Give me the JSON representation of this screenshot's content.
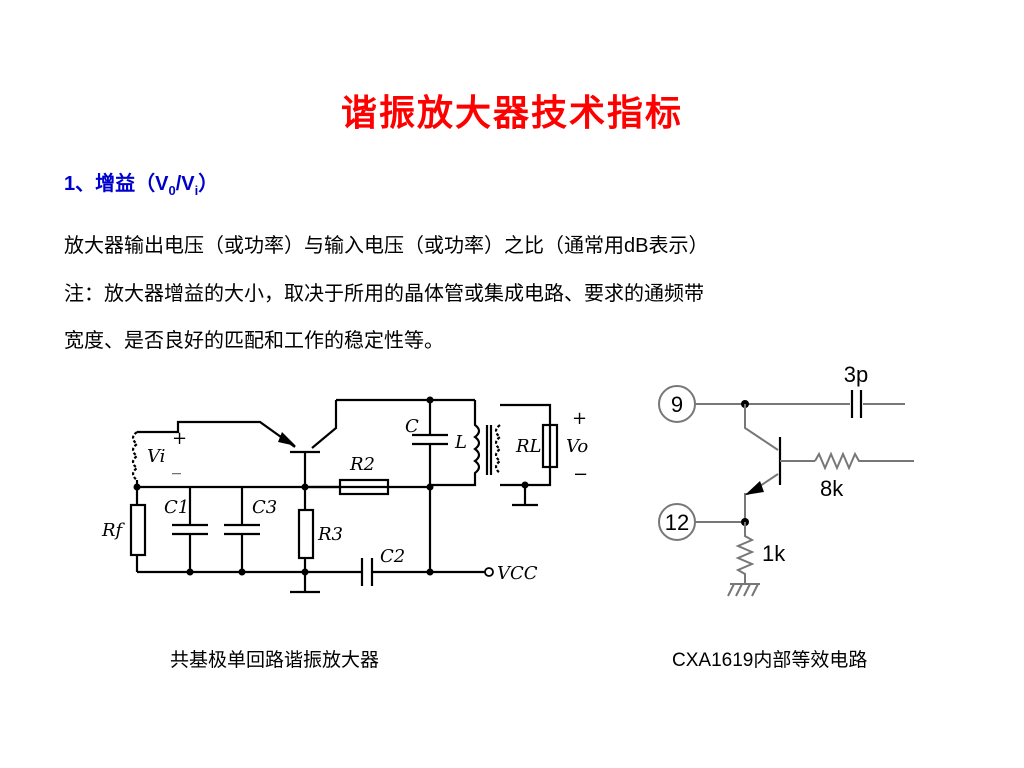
{
  "title": "谐振放大器技术指标",
  "heading": {
    "prefix": "1、增益（V",
    "sub1": "0",
    "mid": "/V",
    "sub2": "i",
    "suffix": "）"
  },
  "paragraph": {
    "line1_a": "放大器输出电压（或功率）与输入电压（或功率）之比（通常用",
    "line1_db": "dB",
    "line1_b": "表示）",
    "line2": "注：放大器增益的大小，取决于所用的晶体管或集成电路、要求的通频带",
    "line3": "宽度、是否良好的匹配和工作的稳定性等。"
  },
  "left_circuit": {
    "labels": {
      "vi": "Vi",
      "plus_in": "+",
      "minus_in": "_",
      "rf": "Rf",
      "c1": "C1",
      "c3": "C3",
      "r3": "R3",
      "r2": "R2",
      "c2": "C2",
      "c": "C",
      "l": "L",
      "rl": "RL",
      "vo": "Vo",
      "plus_out": "+",
      "minus_out": "−",
      "vcc": "VCC"
    },
    "caption": "共基极单回路谐振放大器"
  },
  "right_circuit": {
    "labels": {
      "pin9": "9",
      "pin12": "12",
      "cap": "3p",
      "res_base": "8k",
      "res_emitter": "1k"
    },
    "caption_latin": "CXA1619",
    "caption_rest": "内部等效电路"
  }
}
